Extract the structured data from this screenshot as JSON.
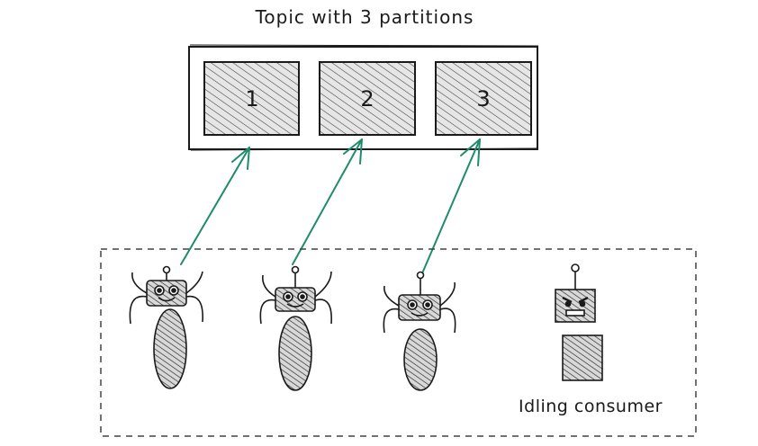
{
  "diagram": {
    "title": "Topic with 3 partitions",
    "partitions": [
      {
        "label": "1"
      },
      {
        "label": "2"
      },
      {
        "label": "3"
      }
    ],
    "consumer_group": {
      "consumers": [
        {
          "state": "active",
          "assigned_partition": "1"
        },
        {
          "state": "active",
          "assigned_partition": "2"
        },
        {
          "state": "active",
          "assigned_partition": "3"
        },
        {
          "state": "idle",
          "assigned_partition": ""
        }
      ],
      "idle_label": "Idling consumer"
    },
    "colors": {
      "arrow": "#1e8c6e",
      "stroke": "#1a1a1a",
      "fill_hatch": "#e6e6e6",
      "dashed_border": "#444444"
    },
    "icons": {
      "consumer": "robot-icon",
      "idle_consumer": "angry-robot-icon"
    }
  }
}
